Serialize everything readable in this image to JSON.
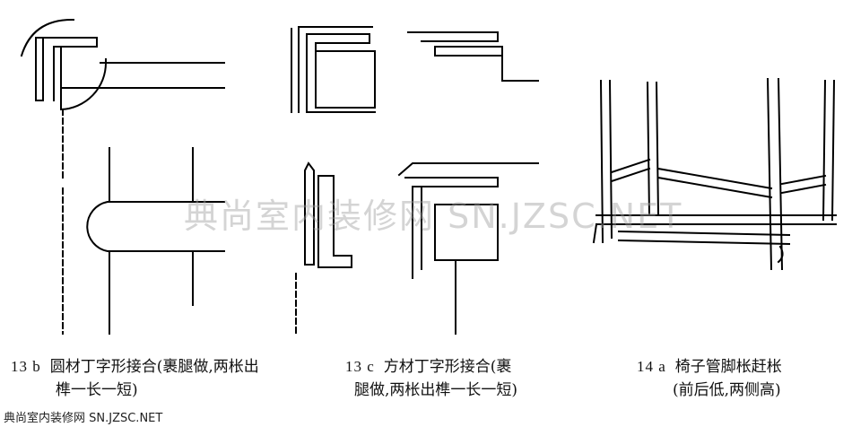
{
  "figures": [
    {
      "id": "13b",
      "number": "13 b",
      "line1": "圆材丁字形接合(裹腿做,两枨出",
      "line2": "榫一长一短)"
    },
    {
      "id": "13c",
      "number": "13 c",
      "line1": "方材丁字形接合(裹",
      "line2": "腿做,两枨出榫一长一短)"
    },
    {
      "id": "14a",
      "number": "14 a",
      "line1": "椅子管脚枨赶枨",
      "line2": "(前后低,两侧高)"
    }
  ],
  "watermark": "典尚室内装修网 SN.JZSC.NET",
  "footer": "典尚室内装修网 SN.JZSC.NET",
  "colors": {
    "ink": "#000000",
    "paper": "#ffffff",
    "watermark": "#a0a0a0"
  }
}
